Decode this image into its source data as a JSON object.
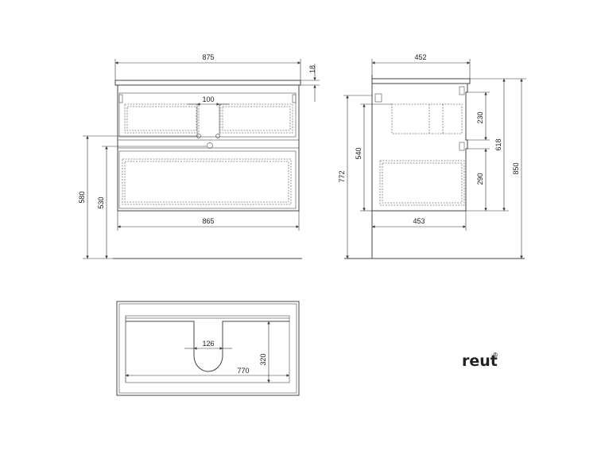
{
  "front_view": {
    "overall_width": "875",
    "top_thickness": "18",
    "handle_spacing": "100",
    "overall_height": "580",
    "body_height": "530",
    "body_width": "865"
  },
  "side_view": {
    "top_depth": "452",
    "body_depth": "453",
    "total_height": "772",
    "lower_height": "540",
    "upper_drawer": "230",
    "lower_drawer": "290",
    "cabinet_height": "618",
    "full_height": "850"
  },
  "top_view": {
    "cutout_width": "126",
    "cutout_depth": "320",
    "inner_width": "770"
  },
  "brand": {
    "logo_text": "reut",
    "logo_mark": "R"
  }
}
